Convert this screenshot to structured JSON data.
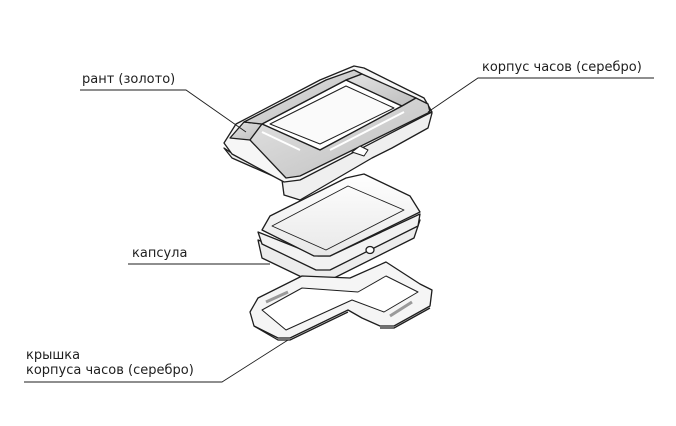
{
  "labels": {
    "rim": "рант (золото)",
    "case": "корпус часов (серебро)",
    "capsule": "капсула",
    "back_line1": "крышка",
    "back_line2": "корпуса часов (серебро)"
  },
  "colors": {
    "stroke": "#1e1e1e",
    "rim_fill": "#d6d6d6",
    "case_fill": "#f4f4f4",
    "capsule_fill": "#f7f7f7",
    "back_fill": "#f5f5f5",
    "shadow": "#9a9a9a"
  }
}
